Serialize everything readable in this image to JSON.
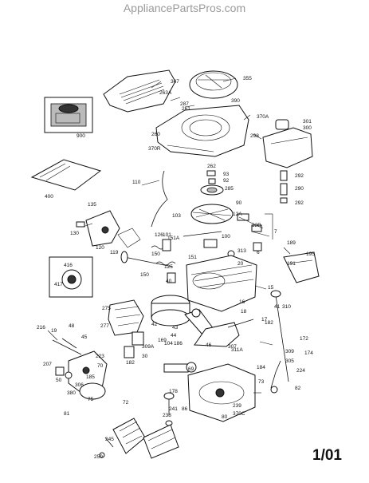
{
  "header": {
    "watermark": "AppliancePartsPros.com"
  },
  "footer": {
    "edition": "1/01"
  },
  "callouts": [
    "347",
    "355",
    "263A",
    "287",
    "390",
    "261",
    "370A",
    "301",
    "300",
    "900",
    "298",
    "260",
    "370R",
    "262",
    "93",
    "92",
    "285",
    "292",
    "290",
    "110",
    "292",
    "400",
    "90",
    "135",
    "103",
    "12A",
    "12B",
    "7",
    "130",
    "151A",
    "101",
    "100",
    "313",
    "126",
    "150",
    "6",
    "189",
    "120",
    "119",
    "125",
    "151",
    "20",
    "416",
    "191",
    "195",
    "40",
    "150",
    "417",
    "15",
    "41",
    "42",
    "275",
    "310",
    "16",
    "277",
    "43",
    "44",
    "18",
    "17",
    "182",
    "216",
    "19",
    "48",
    "169",
    "104",
    "186",
    "45",
    "307",
    "172",
    "309A",
    "309",
    "174",
    "30",
    "46",
    "311A",
    "305",
    "224",
    "223",
    "207",
    "182",
    "50",
    "69",
    "184",
    "380",
    "185",
    "70",
    "306",
    "73",
    "82",
    "86",
    "178",
    "239",
    "75",
    "72",
    "370C",
    "80",
    "81",
    "241",
    "238",
    "245",
    "250"
  ]
}
